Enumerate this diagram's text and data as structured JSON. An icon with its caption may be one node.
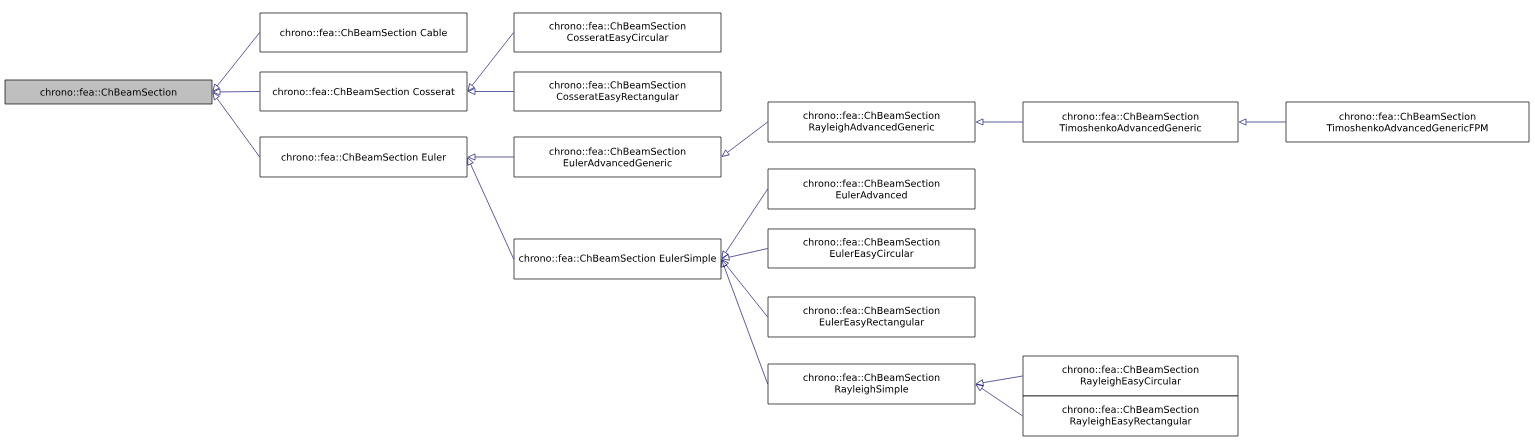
{
  "diagram": {
    "nodes": [
      {
        "text": [
          "chrono::fea::ChBeamSection"
        ]
      },
      {
        "text": [
          "chrono::fea::ChBeamSection Cable"
        ]
      },
      {
        "text": [
          "chrono::fea::ChBeamSection Cosserat"
        ]
      },
      {
        "text": [
          "chrono::fea::ChBeamSection Euler"
        ]
      },
      {
        "text": [
          "chrono::fea::ChBeamSection CosseratEasyCircular"
        ]
      },
      {
        "text": [
          "chrono::fea::ChBeamSection CosseratEasyRectangular"
        ]
      },
      {
        "text": [
          "chrono::fea::ChBeamSection EulerAdvancedGeneric"
        ]
      },
      {
        "text": [
          "chrono::fea::ChBeamSection EulerSimple"
        ]
      },
      {
        "text": [
          "chrono::fea::ChBeamSection RayleighAdvancedGeneric"
        ]
      },
      {
        "text": [
          "chrono::fea::ChBeamSection EulerAdvanced"
        ]
      },
      {
        "text": [
          "chrono::fea::ChBeamSection EulerEasyCircular"
        ]
      },
      {
        "text": [
          "chrono::fea::ChBeamSection EulerEasyRectangular"
        ]
      },
      {
        "text": [
          "chrono::fea::ChBeamSection RayleighSimple"
        ]
      },
      {
        "text": [
          "chrono::fea::ChBeamSection TimoshenkoAdvancedGeneric"
        ]
      },
      {
        "text": [
          "chrono::fea::ChBeamSection RayleighEasyCircular"
        ]
      },
      {
        "text": [
          "chrono::fea::ChBeamSection RayleighEasyRectangular"
        ]
      },
      {
        "text": [
          "chrono::fea::ChBeamSection TimoshenkoAdvancedGenericFPM"
        ]
      }
    ],
    "edges": [
      {
        "from": 1,
        "to": 0,
        "arrow": "to"
      },
      {
        "from": 2,
        "to": 0,
        "arrow": "to"
      },
      {
        "from": 3,
        "to": 0,
        "arrow": "to"
      },
      {
        "from": 4,
        "to": 2,
        "arrow": "to"
      },
      {
        "from": 5,
        "to": 2,
        "arrow": "to"
      },
      {
        "from": 6,
        "to": 3,
        "arrow": "to"
      },
      {
        "from": 7,
        "to": 3,
        "arrow": "to"
      },
      {
        "from": 8,
        "to": 6,
        "arrow": "to"
      },
      {
        "from": 9,
        "to": 7,
        "arrow": "to"
      },
      {
        "from": 10,
        "to": 7,
        "arrow": "to"
      },
      {
        "from": 11,
        "to": 7,
        "arrow": "to"
      },
      {
        "from": 12,
        "to": 7,
        "arrow": "to"
      },
      {
        "from": 13,
        "to": 8,
        "arrow": "to"
      },
      {
        "from": 14,
        "to": 12,
        "arrow": "to"
      },
      {
        "from": 15,
        "to": 12,
        "arrow": "to"
      },
      {
        "from": 16,
        "to": 13,
        "arrow": "to"
      }
    ]
  }
}
